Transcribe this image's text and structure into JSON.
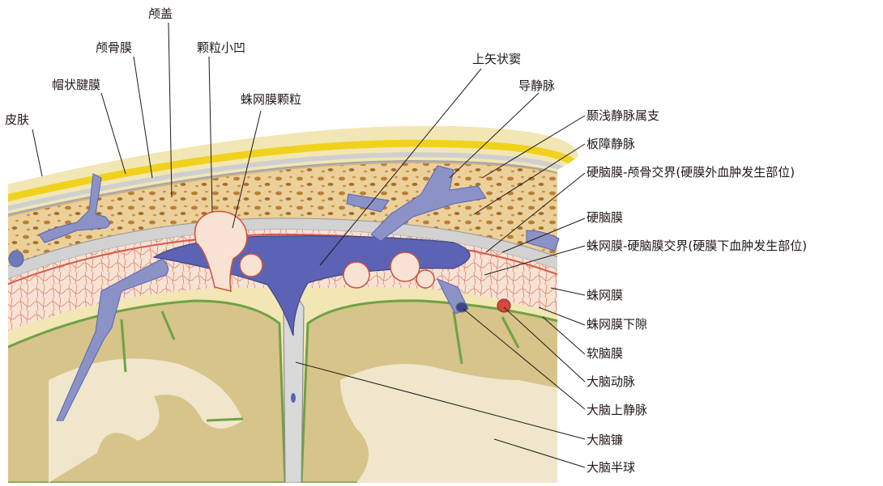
{
  "labels": {
    "skin": "皮肤",
    "galea": "帽状腱膜",
    "pericranium": "颅骨膜",
    "calvaria": "颅盖",
    "granular_foveola": "颗粒小凹",
    "arachnoid_granulation": "蛛网膜颗粒",
    "superior_sagittal_sinus": "上矢状窦",
    "emissary_vein": "导静脉",
    "superficial_temporal_vein_branch": "颞浅静脉属支",
    "diploic_vein": "板障静脉",
    "dura_skull_interface": "硬脑膜-颅骨交界(硬膜外血肿发生部位)",
    "dura_mater": "硬脑膜",
    "arachnoid_dura_interface": "蛛网膜-硬脑膜交界(硬膜下血肿发生部位)",
    "arachnoid": "蛛网膜",
    "subarachnoid_space": "蛛网膜下隙",
    "pia_mater": "软脑膜",
    "cerebral_artery": "大脑动脉",
    "superior_cerebral_vein": "大脑上静脉",
    "falx_cerebri": "大脑镰",
    "cerebral_hemisphere": "大脑半球"
  },
  "colors": {
    "skin": "#f2e6b4",
    "fat": "#f0d21e",
    "bone": "#e8c98c",
    "bone_spots": "#b9803a",
    "dura": "#c9c9c9",
    "sinus": "#5c63b4",
    "vein": "#8b93c6",
    "arachnoid_vessels": "#d9826e",
    "brain": "#d7c48b",
    "white_matter": "#efe6cc",
    "pia": "#6fa244",
    "artery": "#d4493a",
    "leader": "#231815"
  }
}
